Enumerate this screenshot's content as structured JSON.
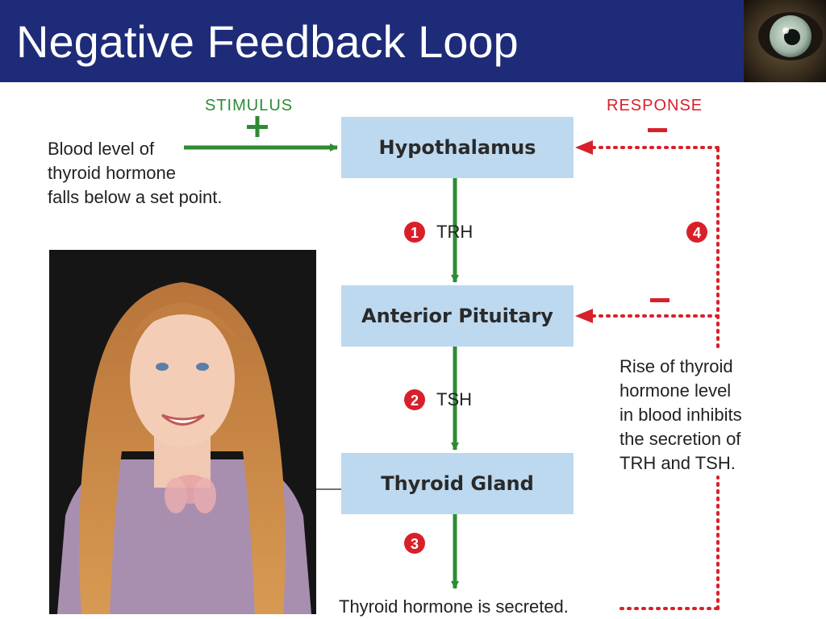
{
  "slide": {
    "title": "Negative Feedback Loop"
  },
  "diagram": {
    "stimulus_label": "STIMULUS",
    "stimulus_sign": "+",
    "stimulus_text": [
      "Blood level of",
      "thyroid hormone",
      "falls below a set point."
    ],
    "response_label": "RESPONSE",
    "response_text": [
      "Rise of thyroid",
      "hormone level",
      "in blood inhibits",
      "the secretion of",
      "TRH and TSH."
    ],
    "boxes": {
      "hypothalamus": "Hypothalamus",
      "anterior_pituitary": "Anterior Pituitary",
      "thyroid_gland": "Thyroid Gland"
    },
    "steps": {
      "s1": "1",
      "s2": "2",
      "s3": "3",
      "s4": "4"
    },
    "hormones": {
      "trh": "TRH",
      "tsh": "TSH"
    },
    "secreted_text": "Thyroid hormone is secreted.",
    "colors": {
      "header": "#1e2b78",
      "box": "#bcd9ef",
      "stimulus": "#2e8b34",
      "response": "#d8202a"
    }
  }
}
